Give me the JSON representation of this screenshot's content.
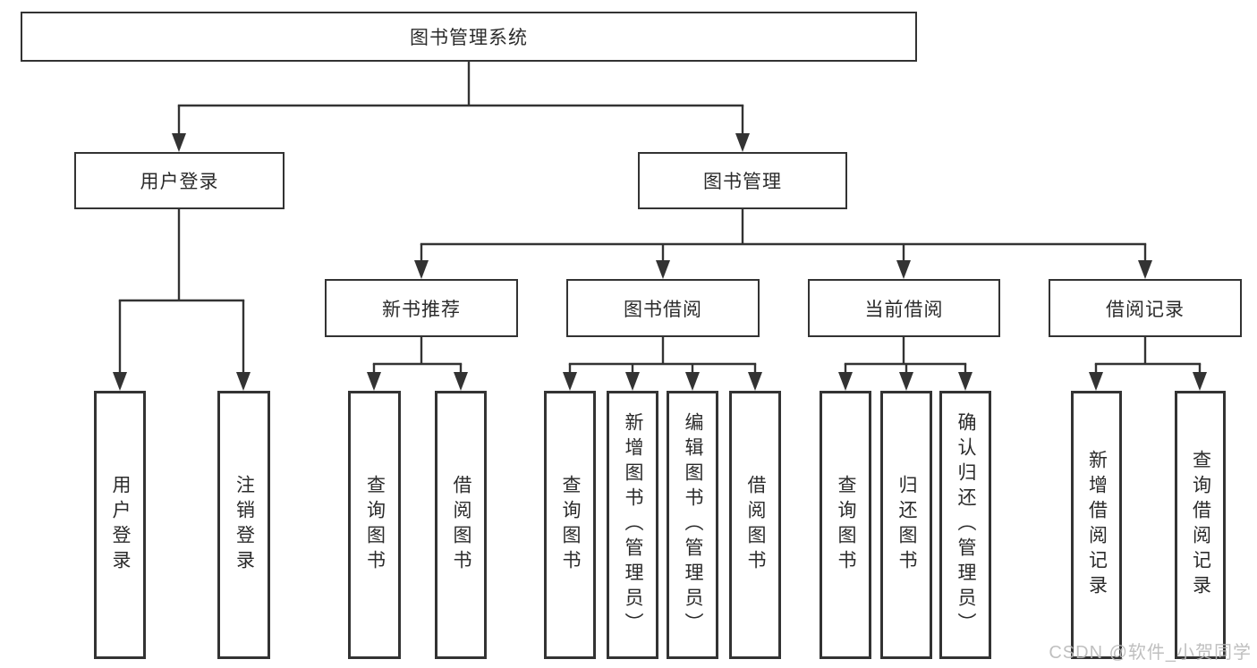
{
  "tree": {
    "root": "图书管理系统",
    "login": {
      "label": "用户登录",
      "leaves": [
        "用户登录",
        "注销登录"
      ]
    },
    "mgmt": {
      "label": "图书管理",
      "groups": [
        {
          "label": "新书推荐",
          "leaves": [
            "查询图书",
            "借阅图书"
          ]
        },
        {
          "label": "图书借阅",
          "leaves": [
            "查询图书",
            "新增图书（管理员）",
            "编辑图书（管理员）",
            "借阅图书"
          ]
        },
        {
          "label": "当前借阅",
          "leaves": [
            "查询图书",
            "归还图书",
            "确认归还（管理员）"
          ]
        },
        {
          "label": "借阅记录",
          "leaves": [
            "新增借阅记录",
            "查询借阅记录"
          ]
        }
      ]
    }
  },
  "watermark": "CSDN @软件_小贺同学",
  "colors": {
    "line": "#333333",
    "box_border": "#333333",
    "box_bg": "#ffffff",
    "text": "#2b2b2b",
    "watermark": "#b9b9b9"
  }
}
